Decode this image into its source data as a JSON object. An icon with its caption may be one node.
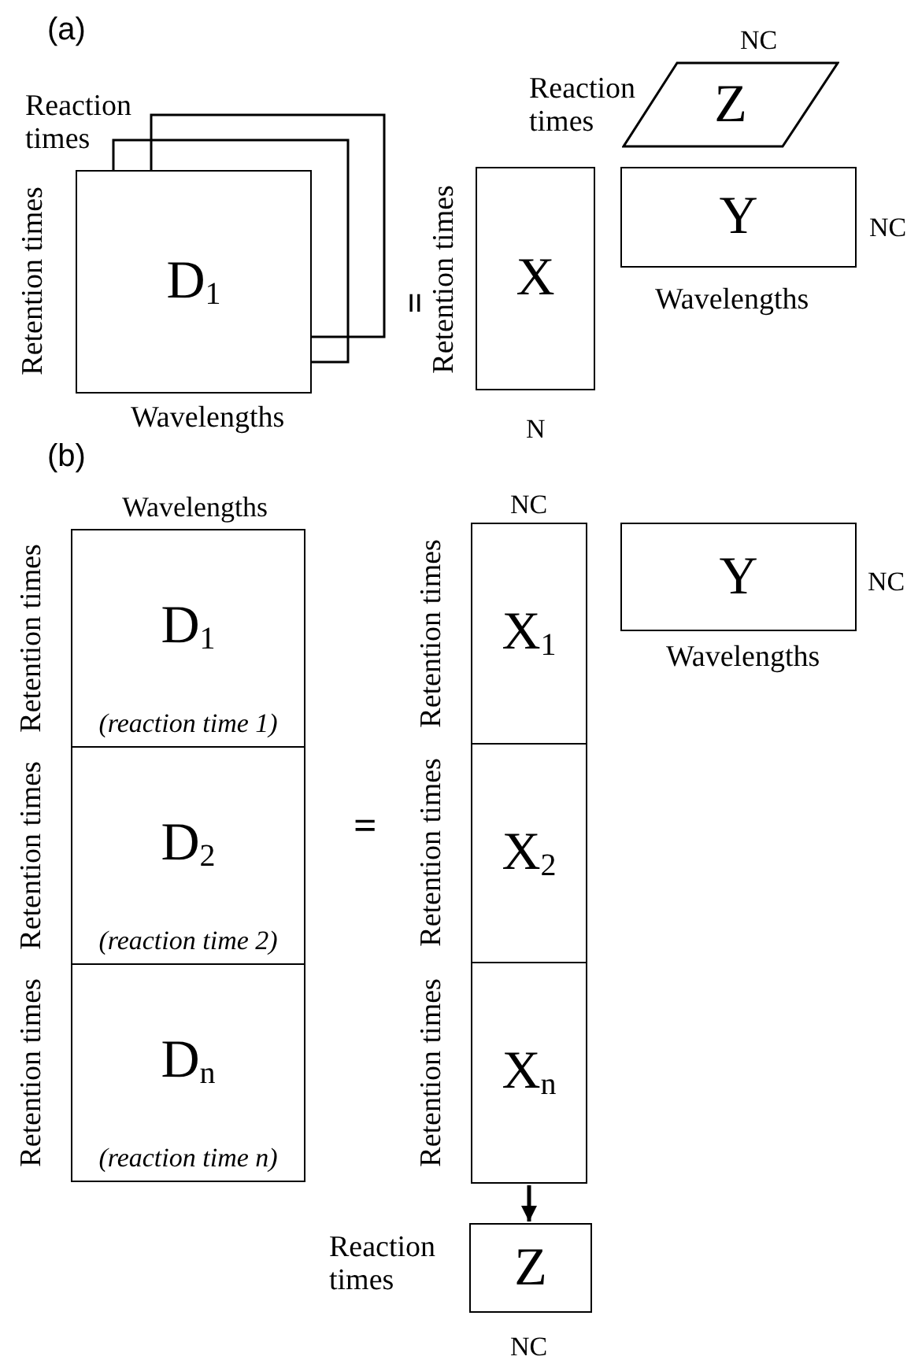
{
  "diagram": {
    "nodes": [
      {
        "text": [
          "D$_{1}$"
        ],
        "beside": [
          "Reaction times",
          "Retention times",
          "Wavelengths"
        ]
      },
      {
        "text": [
          "Z"
        ],
        "beside": [
          "NC",
          "Reaction times"
        ]
      },
      {
        "text": [
          "X"
        ],
        "beside": [
          "Retention times",
          "N"
        ]
      },
      {
        "text": [
          "Y"
        ],
        "beside": [
          "NC",
          "Wavelengths"
        ]
      },
      {
        "text": [
          "D$_{1}$",
          "(reaction time 1)"
        ],
        "beside": [
          "Wavelengths",
          "Retention times"
        ]
      },
      {
        "text": [
          "D$_{2}$",
          "(reaction time 2)"
        ],
        "beside": [
          "Retention times"
        ]
      },
      {
        "text": [
          "D$_{n}$",
          "(reaction time n)"
        ],
        "beside": [
          "Retention times"
        ]
      },
      {
        "text": [
          "X$_{1}$"
        ],
        "beside": [
          "NC",
          "Retention times"
        ]
      },
      {
        "text": [
          "X$_{2}$"
        ],
        "beside": [
          "Retention times"
        ]
      },
      {
        "text": [
          "X$_{n}$"
        ],
        "beside": [
          "Retention times"
        ]
      },
      {
        "text": [
          "Y"
        ],
        "beside": [
          "NC",
          "Wavelengths"
        ]
      },
      {
        "text": [
          "Z"
        ],
        "beside": [
          "Reaction times",
          "NC"
        ]
      }
    ],
    "edges": [
      {
        "from": 9,
        "to": 11,
        "arrow": "to"
      }
    ],
    "labels": [
      "(a)",
      "=",
      "(b)",
      "="
    ]
  }
}
